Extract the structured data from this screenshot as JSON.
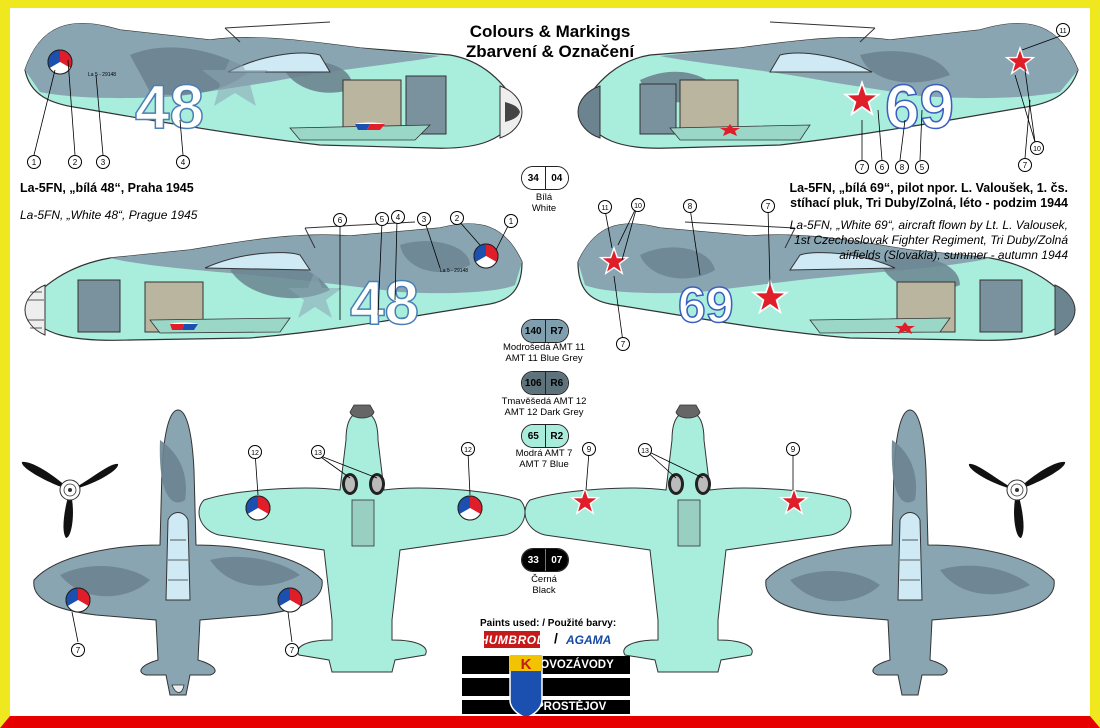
{
  "header": {
    "title_en": "Colours & Markings",
    "title_cz": "Zbarvení & Označení"
  },
  "left_aircraft": {
    "caption_cz": "La-5FN, „bílá 48“, Praha 1945",
    "caption_en": "La-5FN, „White 48“, Prague 1945",
    "number": "48",
    "tail_serial": "La 5 - 29148"
  },
  "right_aircraft": {
    "caption_cz_1": "La-5FN, „bílá 69“, pilot npor. L. Valoušek, 1. čs.",
    "caption_cz_2": "stíhací pluk, Tri Duby/Zolná, léto - podzim 1944",
    "caption_en_1": "La-5FN, „White 69“, aircraft flown by Lt. L. Valousek,",
    "caption_en_2": "1st Czechoslovak Fighter Regiment, Tri Duby/Zolná",
    "caption_en_3": "airfields (Slovakia), summer - autumn 1944",
    "number": "69"
  },
  "callouts": {
    "c1": "1",
    "c2": "2",
    "c3": "3",
    "c4": "4",
    "c5": "5",
    "c6": "6",
    "c7": "7",
    "c8": "8",
    "c9": "9",
    "c10": "10",
    "c11": "11",
    "c12": "12",
    "c13": "13"
  },
  "colours": [
    {
      "humbrol": "34",
      "agama": "04",
      "name_cz": "Bílá",
      "name_en": "White",
      "hex": "#ffffff"
    },
    {
      "humbrol": "140",
      "agama": "R7",
      "name_cz": "Modrošedá AMT 11",
      "name_en": "AMT 11 Blue Grey",
      "hex": "#7f9fae"
    },
    {
      "humbrol": "106",
      "agama": "R6",
      "name_cz": "Tmavěšedá AMT 12",
      "name_en": "AMT 12 Dark Grey",
      "hex": "#5e727c"
    },
    {
      "humbrol": "65",
      "agama": "R2",
      "name_cz": "Modrá AMT 7",
      "name_en": "AMT 7 Blue",
      "hex": "#a8ecdc"
    },
    {
      "humbrol": "33",
      "agama": "07",
      "name_cz": "Černá",
      "name_en": "Black",
      "hex": "#000000"
    }
  ],
  "paints": {
    "label": "Paints used: / Použité barvy:",
    "brand1": "HUMBROL",
    "sep": "/",
    "brand2": "AGAMA"
  },
  "manufacturer": {
    "letter": "K",
    "line1": "KOVOZÁVODY",
    "line2": "PROSTĚJOV"
  },
  "palette": {
    "light": "#a9eddd",
    "mid": "#8aa5b2",
    "dark": "#6b8490",
    "red": "#e01e2a",
    "blue": "#1b4fb0",
    "frame_top": "#f0e81e",
    "frame_bottom": "#e60000"
  }
}
